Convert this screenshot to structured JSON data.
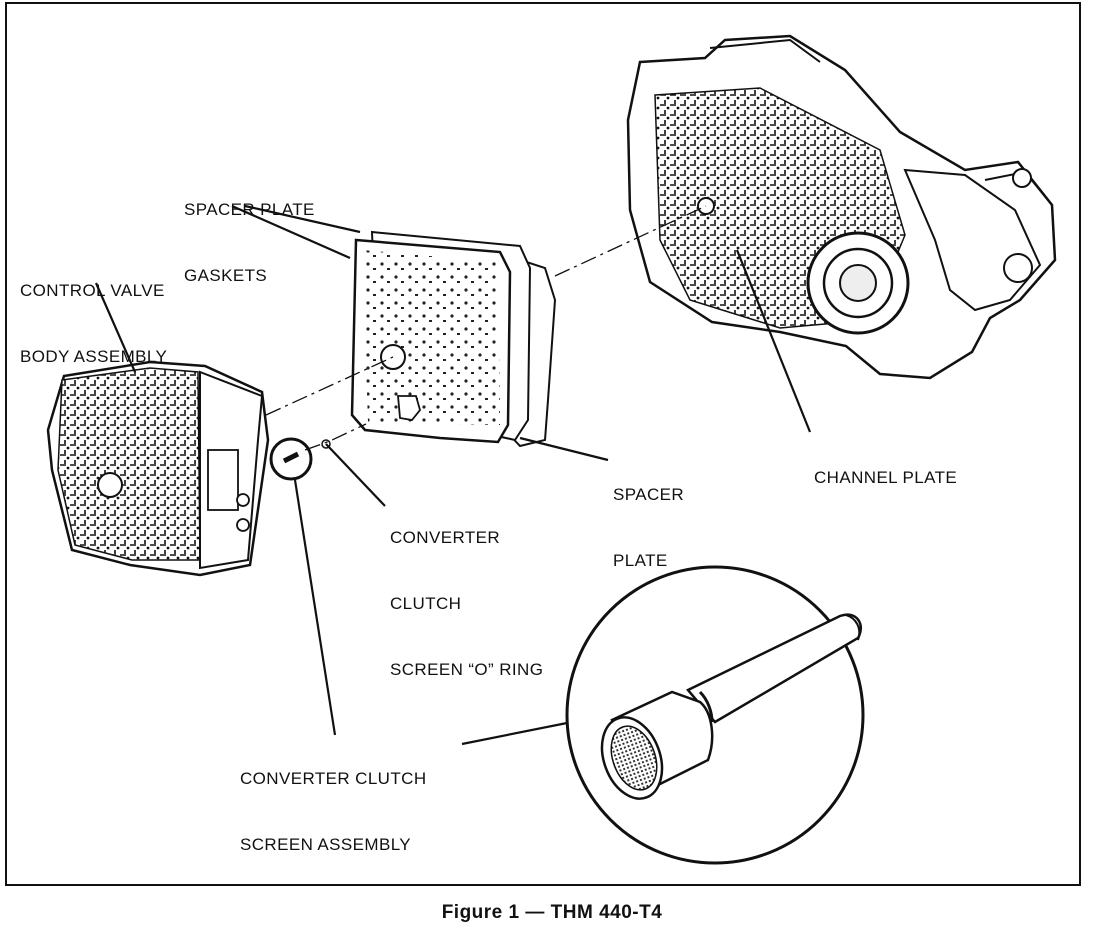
{
  "labels": {
    "spacer_plate_gaskets": [
      "SPACER PLATE",
      "GASKETS"
    ],
    "control_valve_body": [
      "CONTROL VALVE",
      "BODY ASSEMBLY"
    ],
    "spacer_plate": [
      "SPACER",
      "PLATE"
    ],
    "channel_plate": [
      "CHANNEL PLATE"
    ],
    "converter_clutch_oring": [
      "CONVERTER",
      "CLUTCH",
      "SCREEN “O” RING"
    ],
    "converter_clutch_screen": [
      "CONVERTER CLUTCH",
      "SCREEN ASSEMBLY"
    ]
  },
  "caption": "Figure 1 — THM 440-T4"
}
